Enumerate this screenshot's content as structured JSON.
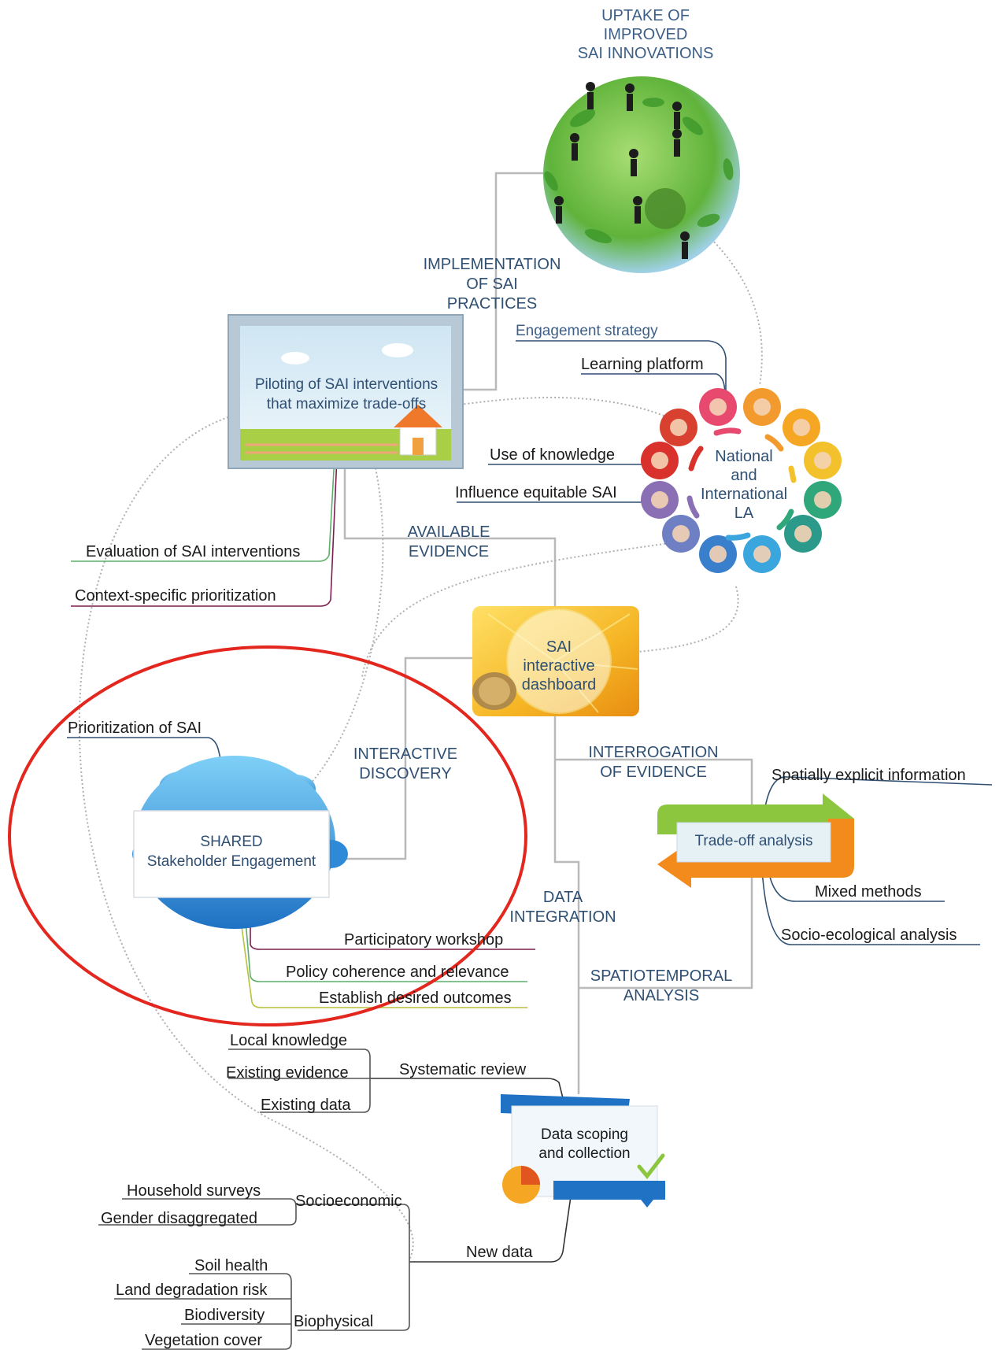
{
  "outcome": {
    "title": "UPTAKE OF\nIMPROVED\nSAI INNOVATIONS"
  },
  "links": {
    "implementation": "IMPLEMENTATION\nOF SAI\nPRACTICES",
    "available_evidence": "AVAILABLE\nEVIDENCE",
    "interactive_discovery": "INTERACTIVE\nDISCOVERY",
    "interrogation": "INTERROGATION\nOF EVIDENCE",
    "data_integration": "DATA\nINTEGRATION",
    "spatiotemporal": "SPATIOTEMPORAL\nANALYSIS"
  },
  "piloting": {
    "label": "Piloting of SAI interventions\nthat maximize trade-offs",
    "children": [
      "Evaluation of SAI interventions",
      "Context-specific prioritization"
    ]
  },
  "learning_alliance": {
    "label": "National\nand\nInternational\nLA",
    "children": [
      "Engagement strategy",
      "Learning platform",
      "Use of knowledge",
      "Influence equitable SAI"
    ]
  },
  "dashboard": {
    "label": "SAI\ninteractive\ndashboard"
  },
  "stakeholder": {
    "label": "SHARED\nStakeholder Engagement",
    "children": [
      "Prioritization of SAI",
      "Participatory workshop",
      "Policy coherence and relevance",
      "Establish desired outcomes"
    ]
  },
  "tradeoff": {
    "label": "Trade-off analysis",
    "children": [
      "Spatially explicit information",
      "Mixed methods",
      "Socio-ecological analysis"
    ]
  },
  "data_scoping": {
    "label": "Data scoping\nand collection",
    "systematic_review": {
      "label": "Systematic review",
      "children": [
        "Local knowledge",
        "Existing evidence",
        "Existing data"
      ]
    },
    "new_data": {
      "label": "New data",
      "socioeconomic": {
        "label": "Socioeconomic",
        "children": [
          "Household surveys",
          "Gender disaggregated"
        ]
      },
      "biophysical": {
        "label": "Biophysical",
        "children": [
          "Soil health",
          "Land degradation risk",
          "Biodiversity",
          "Vegetation cover"
        ]
      }
    }
  },
  "colors": {
    "label_blue": "#2f4f73",
    "connector_gray": "#b9b9b9",
    "highlight_red": "#e3261e",
    "dashboard_yellow": "#f5b524",
    "tradeoff_green": "#8cc63f",
    "tradeoff_orange": "#f28a1c",
    "stakeholder_blue": "#2e8ad6",
    "globe_green": "#5fb33a"
  }
}
